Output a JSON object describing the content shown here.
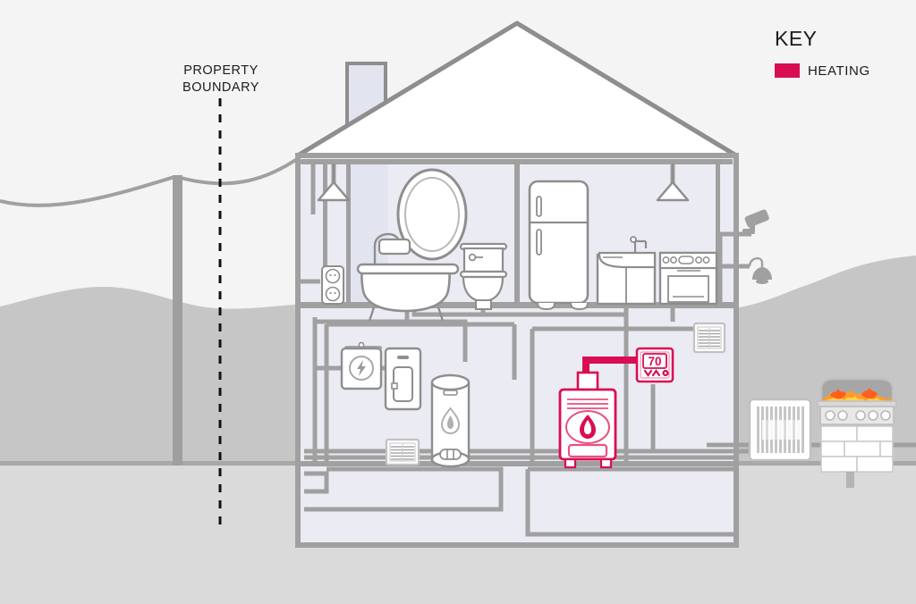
{
  "diagram": {
    "title": "Home utilities cutaway diagram",
    "annotations": {
      "property_boundary_line1": "PROPERTY",
      "property_boundary_line2": "BOUNDARY"
    },
    "key": {
      "title": "KEY",
      "items": [
        {
          "label": "HEATING",
          "color": "#d90e52",
          "swatch_name": "heating-swatch"
        }
      ]
    },
    "devices": {
      "thermostat": {
        "name": "thermostat",
        "value": "70",
        "down_icon": "chevron-down-icon",
        "up_icon": "chevron-up-icon",
        "power_icon": "power-dot-icon"
      },
      "boiler": {
        "name": "gas-boiler",
        "icon": "flame-icon"
      },
      "water_heater": {
        "name": "water-heater",
        "icon": "flame-icon"
      },
      "electric_meter": {
        "name": "electric-meter",
        "icon": "bolt-icon"
      },
      "breaker_panel": {
        "name": "breaker-panel"
      },
      "ac_condenser": {
        "name": "ac-condenser-unit"
      },
      "bbq_grill": {
        "name": "brick-bbq-grill"
      },
      "security_camera": {
        "name": "security-camera-icon"
      },
      "exterior_lamp": {
        "name": "exterior-lamp-icon"
      },
      "pendant_lamp_bath": {
        "name": "pendant-lamp-bathroom"
      },
      "pendant_lamp_kitchen": {
        "name": "pendant-lamp-kitchen"
      },
      "power_outlet": {
        "name": "double-power-outlet"
      },
      "refrigerator": {
        "name": "refrigerator"
      },
      "stove": {
        "name": "stove-oven"
      },
      "kitchen_sink": {
        "name": "kitchen-sink-cabinet"
      },
      "bathtub": {
        "name": "bathtub"
      },
      "toilet": {
        "name": "toilet"
      },
      "mirror": {
        "name": "bathroom-mirror"
      },
      "chimney": {
        "name": "chimney"
      },
      "utility_pole": {
        "name": "utility-pole"
      },
      "vent_basement": {
        "name": "floor-vent-basement"
      },
      "vent_wall": {
        "name": "wall-vent-register"
      }
    },
    "colors": {
      "sky": "#f4f4f4",
      "hill": "#c6c6c6",
      "underground": "#dadada",
      "pipe": "#a0a0a0",
      "outline": "#8e8e8e",
      "room_fill": "#ebecf3",
      "room_fill_alt": "#e2e4f0",
      "white": "#ffffff",
      "heating": "#d90e52",
      "text": "#1b1b1b"
    }
  }
}
